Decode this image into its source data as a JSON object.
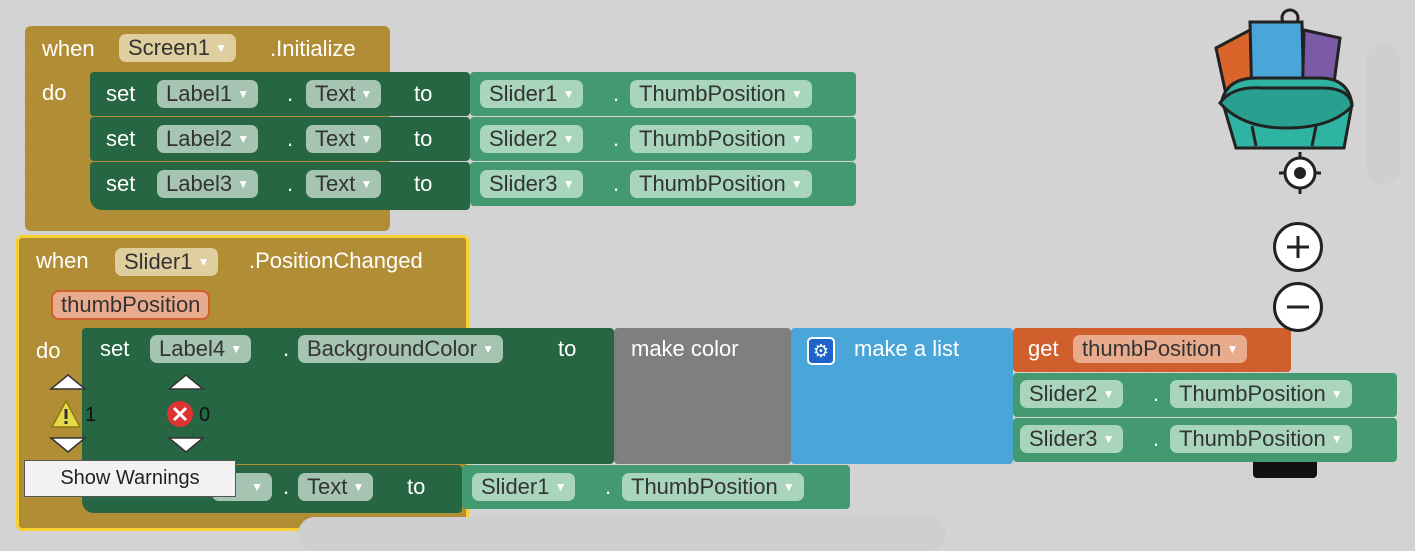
{
  "block1": {
    "when": "when",
    "component": "Screen1",
    "event": ".Initialize",
    "do": "do",
    "rows": [
      {
        "set": "set",
        "target": "Label1",
        "dot": ".",
        "prop": "Text",
        "to": "to",
        "source": "Slider1",
        "dot2": ".",
        "getprop": "ThumbPosition"
      },
      {
        "set": "set",
        "target": "Label2",
        "dot": ".",
        "prop": "Text",
        "to": "to",
        "source": "Slider2",
        "dot2": ".",
        "getprop": "ThumbPosition"
      },
      {
        "set": "set",
        "target": "Label3",
        "dot": ".",
        "prop": "Text",
        "to": "to",
        "source": "Slider3",
        "dot2": ".",
        "getprop": "ThumbPosition"
      }
    ]
  },
  "block2": {
    "when": "when",
    "component": "Slider1",
    "event": ".PositionChanged",
    "param": "thumbPosition",
    "do": "do",
    "row1": {
      "set": "set",
      "target": "Label4",
      "dot": ".",
      "prop": "BackgroundColor",
      "to": "to"
    },
    "make_color": "make color",
    "make_list": "make a list",
    "get": "get",
    "get_var": "thumbPosition",
    "items": [
      {
        "source": "Slider2",
        "dot": ".",
        "prop": "ThumbPosition"
      },
      {
        "source": "Slider3",
        "dot": ".",
        "prop": "ThumbPosition"
      }
    ],
    "row2": {
      "dot": ".",
      "prop": "Text",
      "to": "to",
      "source": "Slider1",
      "dot2": ".",
      "getprop": "ThumbPosition"
    }
  },
  "indicators": {
    "warnings": "1",
    "errors": "0",
    "show_warnings": "Show Warnings"
  },
  "icons": {
    "warning": "warning-icon",
    "error": "error-icon",
    "backpack": "backpack-icon",
    "gear": "gear-icon",
    "recenter": "target-icon",
    "zoom_in": "plus-icon",
    "zoom_out": "minus-icon"
  },
  "colors": {
    "event": "#b18e35",
    "set": "#266643",
    "get": "#439970",
    "color": "#7f7f7f",
    "list": "#4aa5d9",
    "variable": "#d05f2d",
    "selected": "#f8d030"
  }
}
